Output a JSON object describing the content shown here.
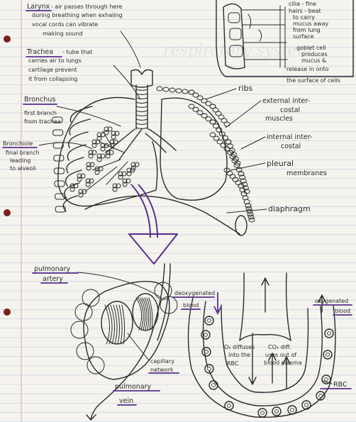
{
  "colors": {
    "paper": "#f5f3ee",
    "rule_line": "#b9cde3",
    "margin_line": "#e2a9a9",
    "ink": "#2a2a2a",
    "highlight_purple": "#5b2d8e",
    "punch_hole": "#7a1f1f"
  },
  "labels": {
    "larynx_term": "Larynx",
    "larynx_desc": [
      "- air passes through here",
      "during breathing when exhaling",
      "vocal cords can vibrate",
      "making sound"
    ],
    "trachea_term": "Trachea",
    "trachea_desc": [
      "- tube that",
      "carries air to lungs",
      "cartilage prevent",
      "it from collapsing"
    ],
    "bronchus_term": "Bronchus",
    "bronchus_desc": [
      "first branch",
      "from trachea"
    ],
    "bronchiole_term": "Bronchiole",
    "bronchiole_desc": [
      "final branch",
      "leading",
      "to alveoli"
    ],
    "cilia_desc": [
      "cilia - fine",
      "hairs - beat",
      "to carry",
      "mucus away",
      "from lung",
      "surface"
    ],
    "goblet_desc": [
      "goblet cell",
      "produces",
      "mucus &",
      "release in onto",
      "the surface of cells"
    ],
    "ribs": "ribs",
    "external_intercostal": [
      "external inter-",
      "costal",
      "muscles"
    ],
    "internal_intercostal": [
      "internal inter-",
      "costal"
    ],
    "pleural": [
      "pleural",
      "membranes"
    ],
    "diaphragm": "diaphragm",
    "pulmonary_artery": [
      "pulmonary",
      "artery"
    ],
    "capillary_network": [
      "capillary",
      "network"
    ],
    "pulmonary_vein": [
      "pulmonary",
      "vein"
    ],
    "deoxygenated_blood": [
      "deoxygenated",
      "blood"
    ],
    "oxygenated_blood": [
      "oxygenated",
      "blood"
    ],
    "o2_diffuses": [
      "O₂ diffuses",
      "into the",
      "RBC"
    ],
    "co2_diffuses": [
      "CO₂ diff.",
      "uses out of",
      "blood plasma"
    ],
    "rbc": "RBC",
    "watermark": "respiratory system"
  }
}
